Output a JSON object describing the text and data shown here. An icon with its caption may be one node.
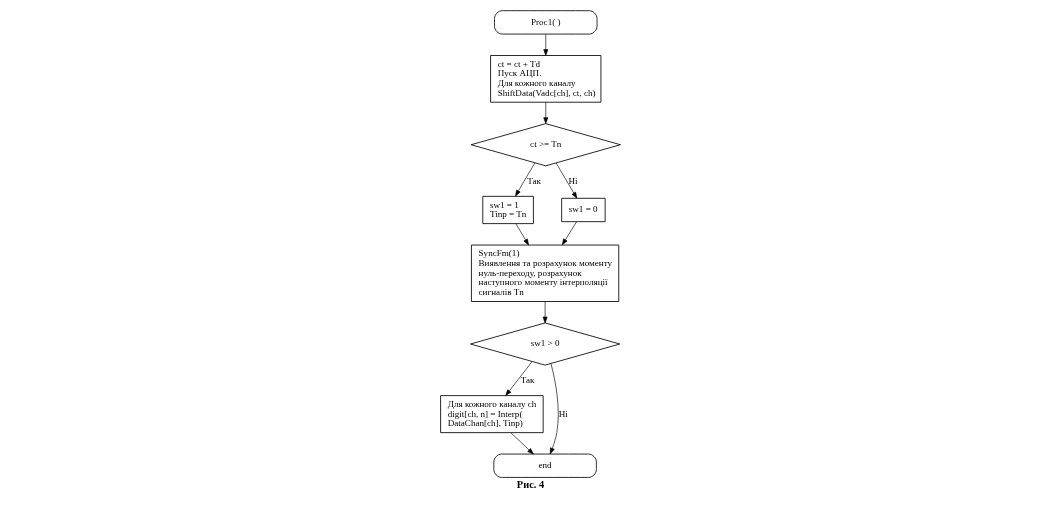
{
  "diagram": {
    "caption": "Рис. 4",
    "nodes": [
      {
        "text": [
          "Proc1( )"
        ]
      },
      {
        "text": [
          "ct = ct + Td",
          "Пуск АЦП.",
          "Для кожного каналу",
          "ShiftData(Vadc[ch], ct, ch)"
        ]
      },
      {
        "text": [
          "ct >= Tn"
        ]
      },
      {
        "text": [
          "sw1 = 1",
          "Tinp = Tn"
        ]
      },
      {
        "text": [
          "sw1 = 0"
        ]
      },
      {
        "text": [
          "SyncFm(1)",
          "Виявлення та розрахунок моменту нуль-переходу, розрахунок наступного моменту інтерполяції сигналів Tn"
        ]
      },
      {
        "text": [
          "sw1 > 0"
        ]
      },
      {
        "text": [
          "Для кожного каналу ch",
          "digit[ch, n] = Interp( DataChan[ch], Tinp)"
        ]
      },
      {
        "text": [
          "end"
        ]
      }
    ],
    "edges": [
      {
        "from": 0,
        "to": 1,
        "arrow": "to"
      },
      {
        "from": 1,
        "to": 2,
        "arrow": "to"
      },
      {
        "from": 2,
        "to": 3,
        "arrow": "to",
        "label": "Так"
      },
      {
        "from": 2,
        "to": 4,
        "arrow": "to",
        "label": "Ні"
      },
      {
        "from": 3,
        "to": 5,
        "arrow": "to"
      },
      {
        "from": 4,
        "to": 5,
        "arrow": "to"
      },
      {
        "from": 5,
        "to": 6,
        "arrow": "to"
      },
      {
        "from": 6,
        "to": 7,
        "arrow": "to",
        "label": "Так"
      },
      {
        "from": 6,
        "to": 8,
        "arrow": "to",
        "label": "Ні"
      },
      {
        "from": 7,
        "to": 8,
        "arrow": "to"
      }
    ]
  }
}
